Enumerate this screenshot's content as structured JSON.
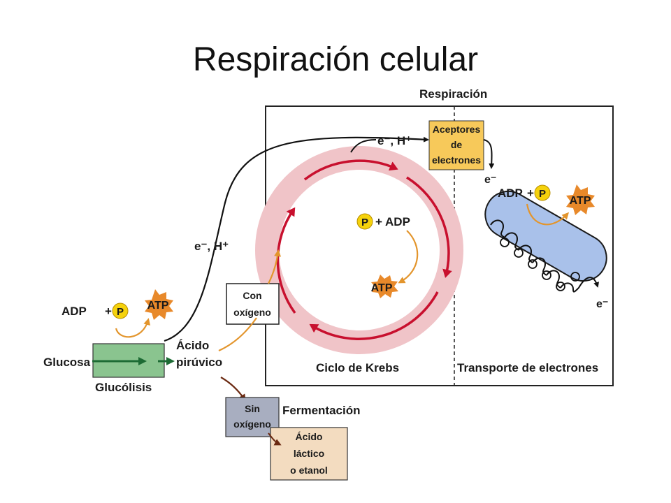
{
  "title": "Respiración celular",
  "labels": {
    "respiracion": "Respiración",
    "aceptores": [
      "Aceptores",
      "de",
      "electrones"
    ],
    "e_h_top": "e⁻, H⁺",
    "e_h_left": "e⁻, H⁺",
    "e_minus_in": "e⁻",
    "e_minus_out": "e⁻",
    "adp_right": "ADP",
    "atp": "ATP",
    "p": "P",
    "plus_adp": "+ ADP",
    "adp_left": "ADP",
    "plus": "+",
    "con_oxigeno": [
      "Con",
      "oxígeno"
    ],
    "sin_oxigeno": [
      "Sin",
      "oxígeno"
    ],
    "glucosa": "Glucosa",
    "glucolisis": "Glucólisis",
    "acido_piruvico": [
      "Ácido",
      "pirúvico"
    ],
    "ciclo_krebs": "Ciclo de Krebs",
    "transporte": "Transporte de electrones",
    "fermentacion": "Fermentación",
    "acido_lactico": [
      "Ácido",
      "láctico",
      "o etanol"
    ]
  },
  "colors": {
    "cycle_ring": "#f0c4c8",
    "cycle_arrow": "#c8102e",
    "aceptores_box": "#f7c95a",
    "glucolisis_box": "#8ac48f",
    "sin_oxigeno_box": "#a8aec0",
    "acido_lactico_box": "#f3dcc0",
    "transport_tube": "#a9c1ea",
    "orange_arrow": "#e3952c",
    "atp_burst": "#e8892a",
    "p_circle": "#f5d20c"
  }
}
